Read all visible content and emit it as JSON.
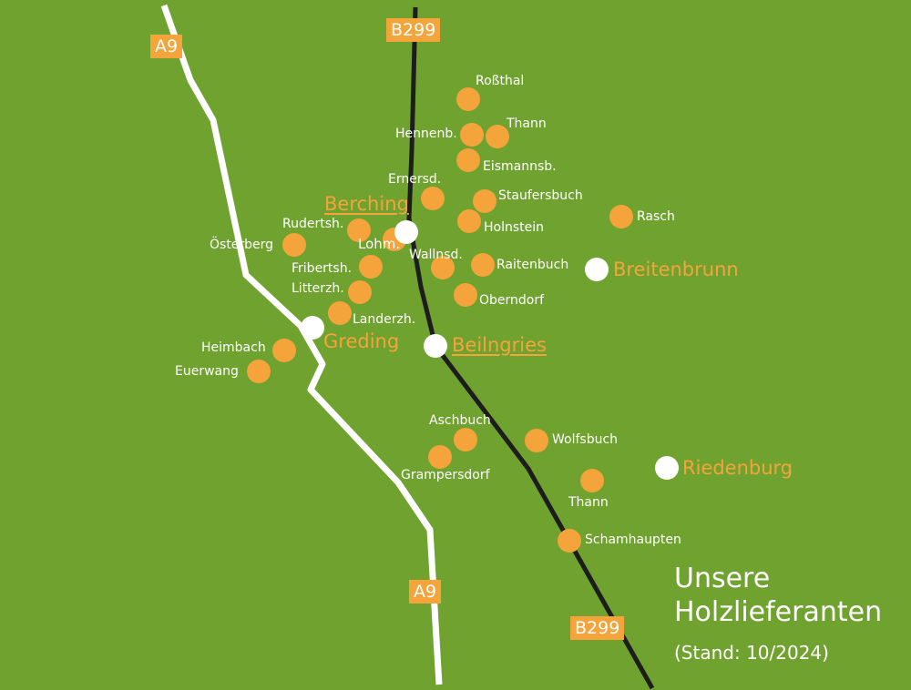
{
  "roads": {
    "a9_label": "A9",
    "b299_label": "B299"
  },
  "towns": {
    "berching": "Berching",
    "breitenbrunn": "Breitenbrunn",
    "greding": "Greding",
    "beilngries": "Beilngries",
    "riedenburg": "Riedenburg"
  },
  "suppliers": {
    "rossthal": "Roßthal",
    "hennenb": "Hennenb.",
    "thann_north": "Thann",
    "eismannsb": "Eismannsb.",
    "ernersd": "Ernersd.",
    "staufersbuch": "Staufersbuch",
    "rasch": "Rasch",
    "rudertsh": "Rudertsh.",
    "holnstein": "Holnstein",
    "osterberg": "Österberg",
    "lohm": "Lohm.",
    "wallnsd": "Wallnsd.",
    "fribertsh": "Fribertsh.",
    "raitenbuch": "Raitenbuch",
    "litterzh": "Litterzh.",
    "oberndorf": "Oberndorf",
    "landerzh": "Landerzh.",
    "heimbach": "Heimbach",
    "euerwang": "Euerwang",
    "aschbuch": "Aschbuch",
    "wolfsbuch": "Wolfsbuch",
    "grampersdorf": "Grampersdorf",
    "thann_south": "Thann",
    "schamhaupten": "Schamhaupten"
  },
  "legend": {
    "title_line1": "Unsere",
    "title_line2": "Holzlieferanten",
    "stand": "(Stand: 10/2024)"
  },
  "colors": {
    "background": "#6fa22f",
    "supplier_dot": "#f4a43a",
    "town_dot": "#ffffff",
    "a9_road": "#ffffff",
    "b299_road": "#1d1d1b"
  }
}
